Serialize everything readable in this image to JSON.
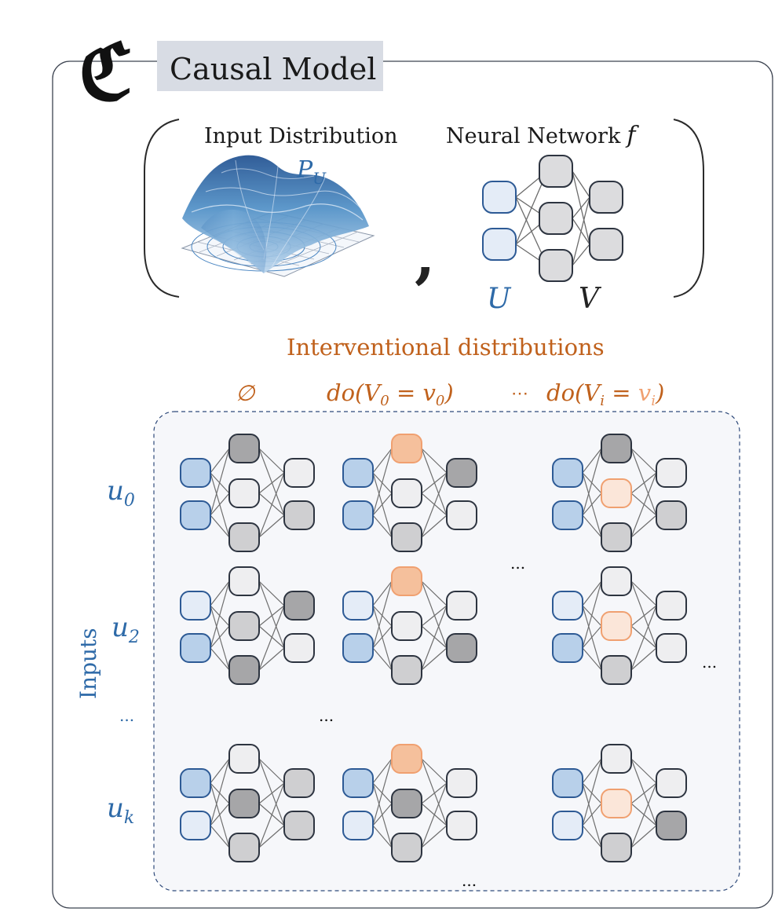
{
  "logo_glyph": "ℭ",
  "title": "Causal Model",
  "input_distribution_label": "Input Distribution",
  "neural_network_label": "Neural Network",
  "f_symbol": "f",
  "pu_symbol": "P",
  "pu_subscript": "U",
  "u_symbol": "U",
  "v_symbol": "V",
  "comma": ",",
  "interventional_title": "Interventional distributions",
  "interventions": {
    "empty_set": "∅",
    "do0_pre": "do(V",
    "do0_sub": "0",
    "do0_eq": " = v",
    "do0_sub2": "0",
    "do0_close": ")",
    "ellipsis": "⋯",
    "doi_pre": "do(V",
    "doi_sub": "i",
    "doi_eq": " = ",
    "doi_v": "v",
    "doi_sub2": "i",
    "doi_close": ")"
  },
  "inputs_label": "Inputs",
  "row_labels": [
    {
      "base": "u",
      "sub": "0"
    },
    {
      "base": "u",
      "sub": "2"
    },
    {
      "base": "u",
      "sub": "k"
    }
  ],
  "ellipsis": "...",
  "colors": {
    "blue": "#2e6aa8",
    "orange": "#c0611c",
    "light_orange": "#f0a070",
    "title_bg": "#d8dce4",
    "panel_bg": "#f6f7fa",
    "node_border": "#2d3440"
  },
  "node_shades": {
    "input_dark": "#b8d0ea",
    "input_light": "#e4ecf7",
    "hidden_dark": "#a6a6a8",
    "hidden_mid": "#cfcfd1",
    "hidden_light": "#eeeef0",
    "intervened_strong": "#f5c09c",
    "intervened_pale": "#fbe6d9"
  },
  "grid": [
    [
      {
        "inputs": [
          "dark",
          "dark"
        ],
        "hidden": [
          "dark",
          "light",
          "mid"
        ],
        "outputs": [
          "light",
          "mid"
        ],
        "intervene": null
      },
      {
        "inputs": [
          "dark",
          "dark"
        ],
        "hidden": [
          "intervene",
          "light",
          "mid"
        ],
        "outputs": [
          "dark",
          "light"
        ],
        "intervene": "top"
      },
      {
        "inputs": [
          "dark",
          "dark"
        ],
        "hidden": [
          "dark",
          "intervene",
          "mid"
        ],
        "outputs": [
          "light",
          "mid"
        ],
        "intervene": "middle"
      }
    ],
    [
      {
        "inputs": [
          "light",
          "dark"
        ],
        "hidden": [
          "light",
          "mid",
          "dark"
        ],
        "outputs": [
          "dark",
          "light"
        ],
        "intervene": null
      },
      {
        "inputs": [
          "light",
          "dark"
        ],
        "hidden": [
          "intervene",
          "light",
          "mid"
        ],
        "outputs": [
          "light",
          "dark"
        ],
        "intervene": "top"
      },
      {
        "inputs": [
          "light",
          "dark"
        ],
        "hidden": [
          "light",
          "intervene",
          "mid"
        ],
        "outputs": [
          "light",
          "light"
        ],
        "intervene": "middle"
      }
    ],
    [
      {
        "inputs": [
          "dark",
          "light"
        ],
        "hidden": [
          "light",
          "dark",
          "mid"
        ],
        "outputs": [
          "mid",
          "mid"
        ],
        "intervene": null
      },
      {
        "inputs": [
          "dark",
          "light"
        ],
        "hidden": [
          "intervene",
          "dark",
          "mid"
        ],
        "outputs": [
          "light",
          "light"
        ],
        "intervene": "top"
      },
      {
        "inputs": [
          "dark",
          "light"
        ],
        "hidden": [
          "light",
          "intervene",
          "mid"
        ],
        "outputs": [
          "light",
          "dark"
        ],
        "intervene": "middle"
      }
    ]
  ]
}
